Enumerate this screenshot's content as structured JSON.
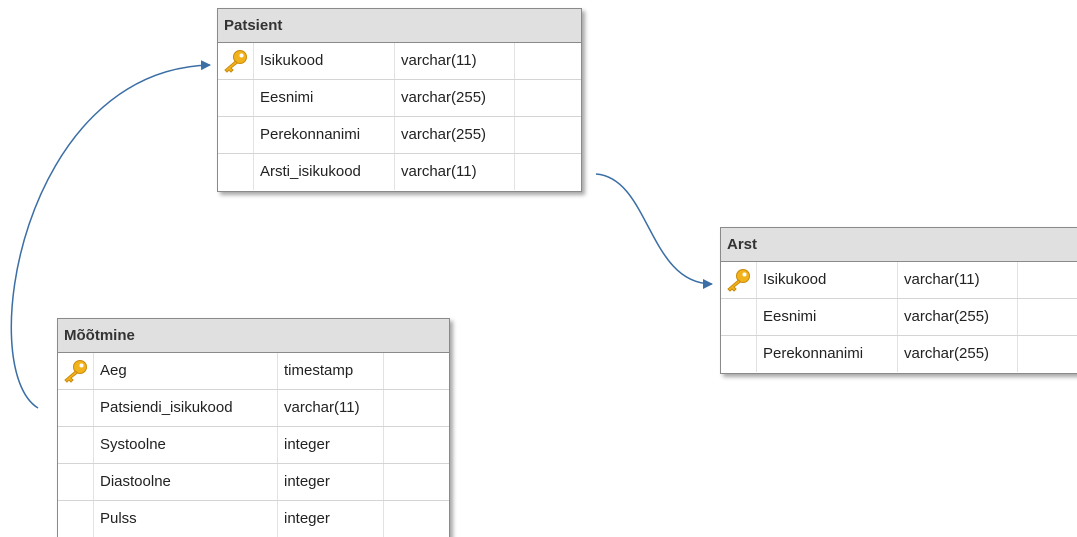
{
  "colors": {
    "header_bg": "#e0e0e0",
    "border": "#8a8a8a",
    "connector": "#3a6ea5",
    "key_icon": "#f2b21b"
  },
  "tables": [
    {
      "name": "Patsient",
      "columns": [
        {
          "name": "Isikukood",
          "type": "varchar(11)",
          "primary_key": true
        },
        {
          "name": "Eesnimi",
          "type": "varchar(255)",
          "primary_key": false
        },
        {
          "name": "Perekonnanimi",
          "type": "varchar(255)",
          "primary_key": false
        },
        {
          "name": "Arsti_isikukood",
          "type": "varchar(11)",
          "primary_key": false
        }
      ]
    },
    {
      "name": "Arst",
      "columns": [
        {
          "name": "Isikukood",
          "type": "varchar(11)",
          "primary_key": true
        },
        {
          "name": "Eesnimi",
          "type": "varchar(255)",
          "primary_key": false
        },
        {
          "name": "Perekonnanimi",
          "type": "varchar(255)",
          "primary_key": false
        }
      ]
    },
    {
      "name": "Mõõtmine",
      "columns": [
        {
          "name": "Aeg",
          "type": "timestamp",
          "primary_key": true
        },
        {
          "name": "Patsiendi_isikukood",
          "type": "varchar(11)",
          "primary_key": false
        },
        {
          "name": "Systoolne",
          "type": "integer",
          "primary_key": false
        },
        {
          "name": "Diastoolne",
          "type": "integer",
          "primary_key": false
        },
        {
          "name": "Pulss",
          "type": "integer",
          "primary_key": false
        }
      ]
    }
  ],
  "relationships": [
    {
      "from_table": "Patsient",
      "from_column": "Arsti_isikukood",
      "to_table": "Arst",
      "to_column": "Isikukood"
    },
    {
      "from_table": "Mõõtmine",
      "from_column": "Patsiendi_isikukood",
      "to_table": "Patsient",
      "to_column": "Isikukood"
    }
  ]
}
